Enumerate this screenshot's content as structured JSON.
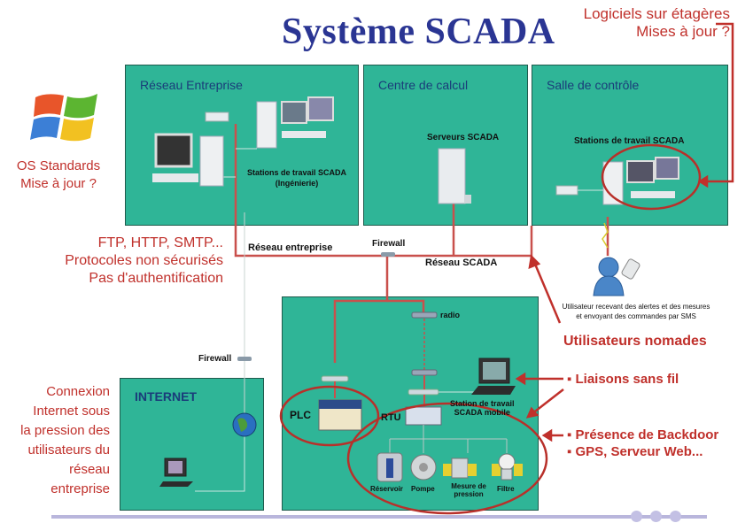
{
  "title": "Système SCADA",
  "annotations": {
    "top_right": [
      "Logiciels sur étagères",
      "Mises à jour ?"
    ],
    "os": [
      "OS Standards",
      "Mise à jour ?"
    ],
    "protocols": [
      "FTP, HTTP, SMTP...",
      "Protocoles non sécurisés",
      "Pas d'authentification"
    ],
    "internet": [
      "Connexion",
      "Internet sous",
      "la pression des",
      "utilisateurs du",
      "réseau",
      "entreprise"
    ],
    "nomades": "Utilisateurs nomades",
    "wireless": "▪ Liaisons sans fil",
    "backdoor": "▪ Présence de Backdoor",
    "gps": "▪ GPS, Serveur Web..."
  },
  "zones": {
    "entreprise": {
      "title": "Réseau Entreprise",
      "workstation_label": "Stations de travail SCADA",
      "workstation_sub": "(Ingénierie)"
    },
    "calcul": {
      "title": "Centre de calcul",
      "server_label": "Serveurs SCADA"
    },
    "controle": {
      "title": "Salle de contrôle",
      "workstation_label": "Stations de travail SCADA"
    },
    "internet": {
      "title": "INTERNET"
    },
    "field": {
      "radio": "radio",
      "plc": "PLC",
      "rtu": "RTU",
      "mobile_station": [
        "Station de travail",
        "SCADA mobile"
      ],
      "devices": [
        "Réservoir",
        "Pompe",
        "Mesure de pression",
        "Filtre"
      ]
    }
  },
  "network_labels": {
    "reseau_entreprise": "Réseau entreprise",
    "reseau_scada": "Réseau SCADA",
    "firewall_top": "Firewall",
    "firewall_internet": "Firewall"
  },
  "mobile_user": [
    "Utilisateur recevant des alertes et des mesures",
    "et envoyant des commandes par SMS"
  ],
  "colors": {
    "zone_bg": "#2fb597",
    "title": "#2a3593",
    "alert_red": "#c0302b",
    "network_line": "#c9504c"
  }
}
